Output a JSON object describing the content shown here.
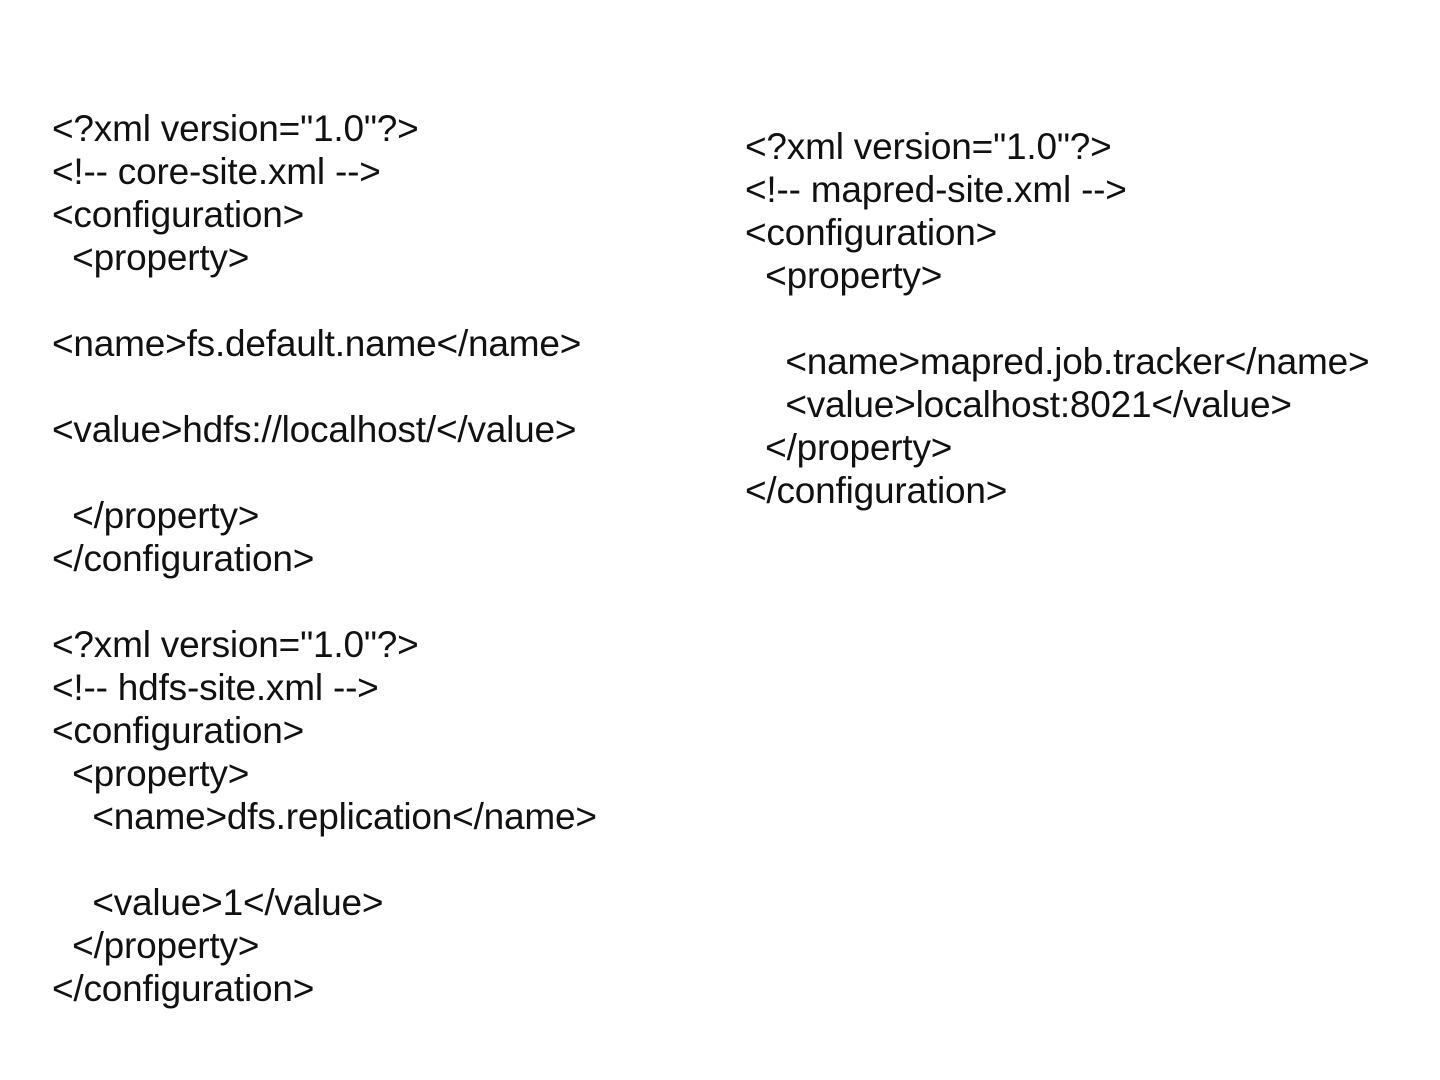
{
  "page": {
    "background_color": "#ffffff",
    "text_color": "#111111"
  },
  "code_columns": {
    "left": {
      "lines": [
        "<?xml version=\"1.0\"?>",
        "<!-- core-site.xml -->",
        "<configuration>",
        "  <property>",
        "",
        "<name>fs.default.name</name>",
        "",
        "<value>hdfs://localhost/</value>",
        "",
        "  </property>",
        "</configuration>",
        "",
        "<?xml version=\"1.0\"?>",
        "<!-- hdfs-site.xml -->",
        "<configuration>",
        "  <property>",
        "    <name>dfs.replication</name>",
        "",
        "    <value>1</value>",
        "  </property>",
        "</configuration>"
      ]
    },
    "right": {
      "lines": [
        "<?xml version=\"1.0\"?>",
        "<!-- mapred-site.xml -->",
        "<configuration>",
        "  <property>",
        "",
        "    <name>mapred.job.tracker</name>",
        "    <value>localhost:8021</value>",
        "  </property>",
        "</configuration>"
      ]
    }
  }
}
